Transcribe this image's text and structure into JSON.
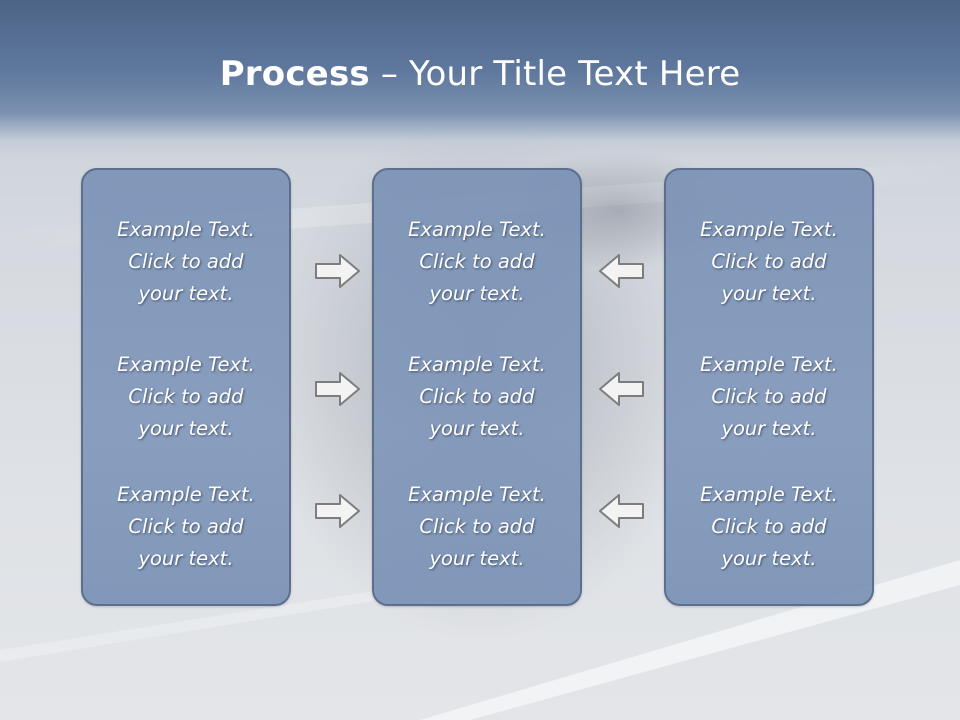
{
  "title": {
    "bold": "Process",
    "rest": " – Your Title Text Here"
  },
  "panels": [
    {
      "items": [
        {
          "line1": "Example Text.",
          "line2": "Click  to add",
          "line3": "your text."
        },
        {
          "line1": "Example Text.",
          "line2": "Click  to add",
          "line3": "your text."
        },
        {
          "line1": "Example Text.",
          "line2": "Click  to add",
          "line3": "your text."
        }
      ]
    },
    {
      "items": [
        {
          "line1": "Example Text.",
          "line2": "Click  to add",
          "line3": "your text."
        },
        {
          "line1": "Example Text.",
          "line2": "Click  to add",
          "line3": "your text."
        },
        {
          "line1": "Example Text.",
          "line2": "Click  to add",
          "line3": "your text."
        }
      ]
    },
    {
      "items": [
        {
          "line1": "Example Text.",
          "line2": "Click  to add",
          "line3": "your text."
        },
        {
          "line1": "Example Text.",
          "line2": "Click  to add",
          "line3": "your text."
        },
        {
          "line1": "Example Text.",
          "line2": "Click  to add",
          "line3": "your text."
        }
      ]
    }
  ],
  "arrows": {
    "left_column": [
      "arrow-right-icon",
      "arrow-right-icon",
      "arrow-right-icon"
    ],
    "right_column": [
      "arrow-left-icon",
      "arrow-left-icon",
      "arrow-left-icon"
    ]
  },
  "colors": {
    "title_band": "#5f789d",
    "panel_fill": "#8097ba",
    "panel_border": "#5d6f8d",
    "text": "#ffffff"
  }
}
